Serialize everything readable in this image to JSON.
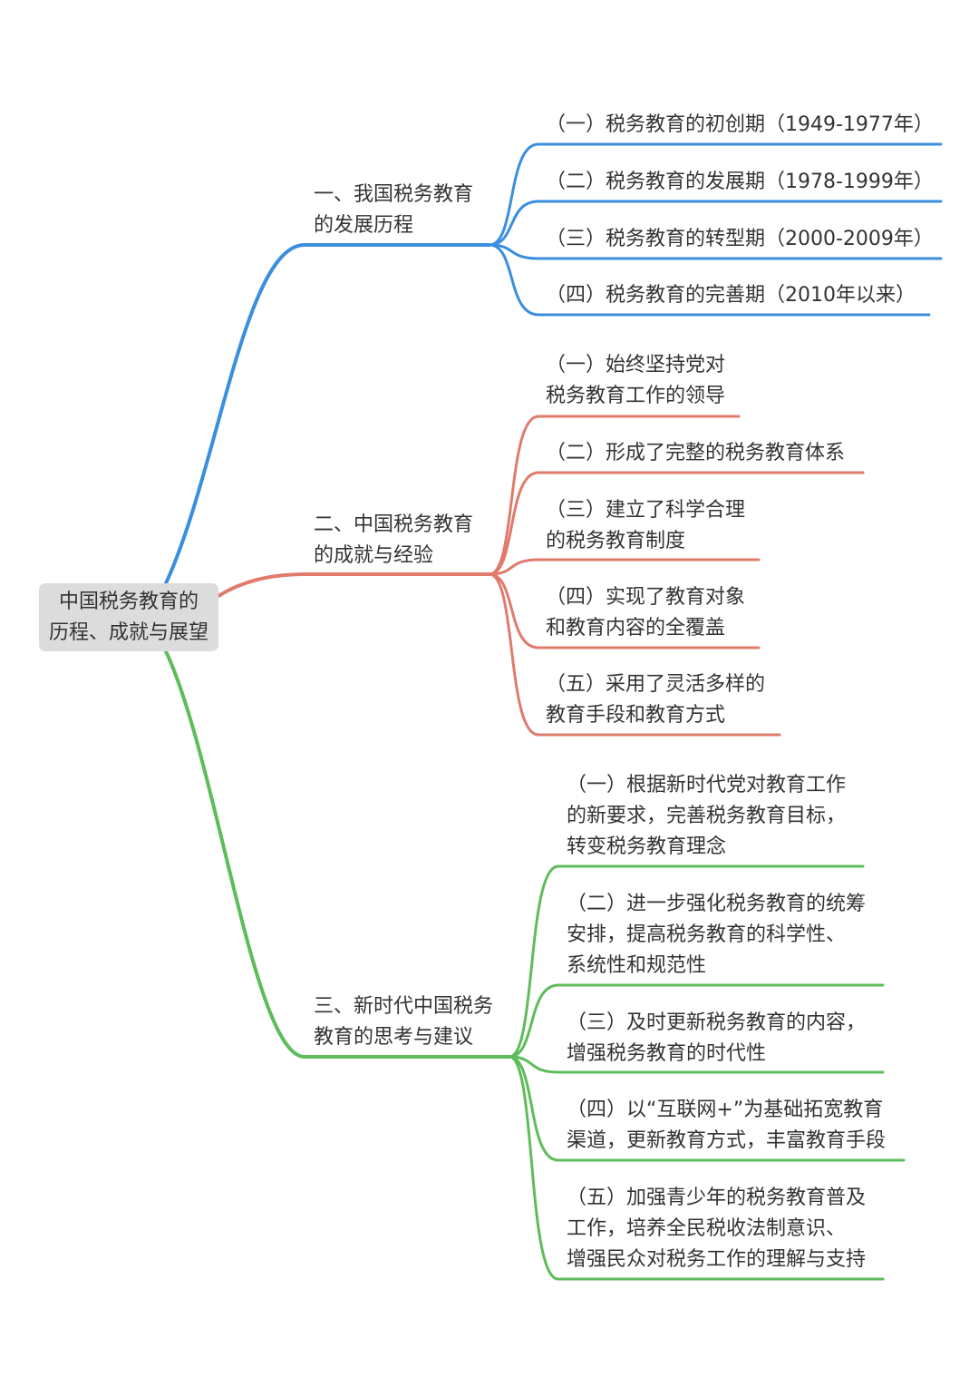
{
  "root": {
    "label": "中国税务教育的\n历程、成就与展望"
  },
  "colors": {
    "branch1": "#3b8ede",
    "branch2": "#e07b6c",
    "branch3": "#5ebc5a",
    "root_fill": "#dcdcdc",
    "text": "#333333"
  },
  "branches": [
    {
      "label": "一、我国税务教育\n的发展历程",
      "children": [
        "（一）税务教育的初创期（1949-1977年）",
        "（二）税务教育的发展期（1978-1999年）",
        "（三）税务教育的转型期（2000-2009年）",
        "（四）税务教育的完善期（2010年以来）"
      ]
    },
    {
      "label": "二、中国税务教育\n的成就与经验",
      "children": [
        "（一）始终坚持党对\n税务教育工作的领导",
        "（二）形成了完整的税务教育体系",
        "（三）建立了科学合理\n的税务教育制度",
        "（四）实现了教育对象\n和教育内容的全覆盖",
        "（五）采用了灵活多样的\n教育手段和教育方式"
      ]
    },
    {
      "label": "三、新时代中国税务\n教育的思考与建议",
      "children": [
        "（一）根据新时代党对教育工作\n的新要求，完善税务教育目标，\n转变税务教育理念",
        "（二）进一步强化税务教育的统筹\n安排，提高税务教育的科学性、\n系统性和规范性",
        "（三）及时更新税务教育的内容，\n增强税务教育的时代性",
        "（四）以“互联网+”为基础拓宽教育\n渠道，更新教育方式，丰富教育手段",
        "（五）加强青少年的税务教育普及\n工作，培养全民税收法制意识、\n增强民众对税务工作的理解与支持"
      ]
    }
  ]
}
